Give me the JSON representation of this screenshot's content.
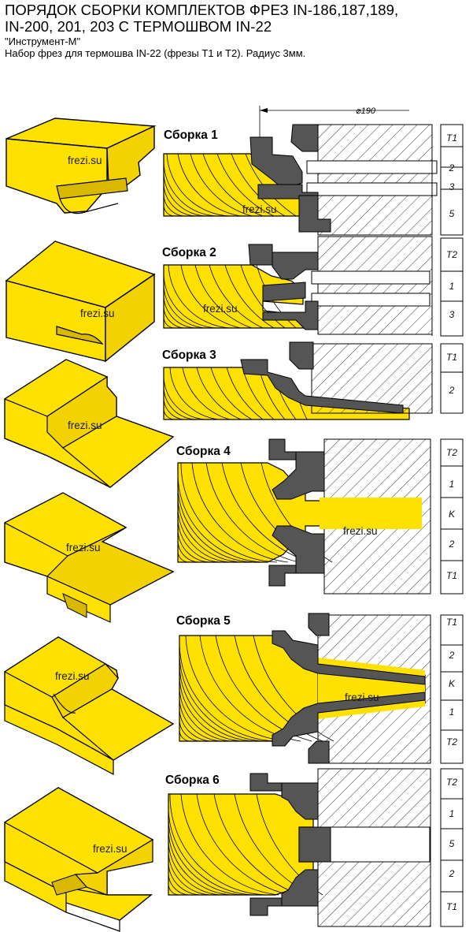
{
  "header": {
    "title_line1": "ПОРЯДОК СБОРКИ КОМПЛЕКТОВ ФРЕЗ IN-186,187,189,",
    "title_line2": "IN-200, 201, 203 С ТЕРМОШВОМ IN-22",
    "maker": "\"Инструмент-М\"",
    "description": "Набор фрез для термошва IN-22 (фрезы Т1 и Т2). Радиус 3мм."
  },
  "dimension_label": "⌀190",
  "watermark": "frezi.su",
  "assemblies": [
    {
      "label": "Сборка 1",
      "cutters": [
        "T1",
        "2",
        "3",
        "5"
      ]
    },
    {
      "label": "Сборка 2",
      "cutters": [
        "T2",
        "1",
        "3"
      ]
    },
    {
      "label": "Сборка 3",
      "cutters": [
        "T1",
        "2"
      ]
    },
    {
      "label": "Сборка 4",
      "cutters": [
        "T2",
        "1",
        "K",
        "2",
        "T1"
      ]
    },
    {
      "label": "Сборка 5",
      "cutters": [
        "T1",
        "2",
        "K",
        "1",
        "T2"
      ]
    },
    {
      "label": "Сборка 6",
      "cutters": [
        "T2",
        "1",
        "5",
        "2",
        "T1"
      ]
    }
  ],
  "colors": {
    "wood": "#ffe100",
    "wood_dark": "#c8a800",
    "cutter": "#555555",
    "hatch": "#444444"
  }
}
